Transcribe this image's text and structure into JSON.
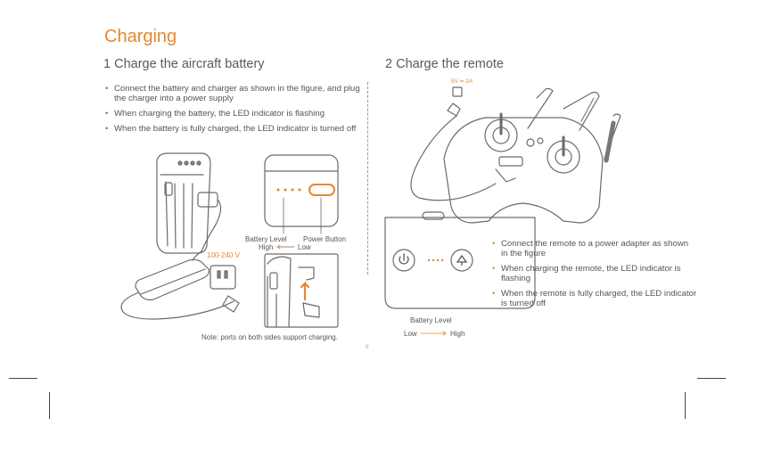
{
  "page": {
    "title": "Charging",
    "page_number": "8"
  },
  "section1": {
    "title": "1 Charge the aircraft battery",
    "bullets": [
      "Connect the battery and charger as shown in the figure, and plug the charger into a power supply",
      "When charging the battery, the LED indicator is flashing",
      "When the battery is fully charged, the LED indicator is turned off"
    ],
    "voltage_label": "100-240 V",
    "battery_level_label": "Battery Level",
    "power_button_label": "Power Button",
    "high_label": "High",
    "low_label": "Low",
    "note": "Note: ports on both sides support charging."
  },
  "section2": {
    "title": "2 Charge the remote",
    "usb_label": "5V ═ 2A",
    "bullets": [
      "Connect the remote to a power adapter as shown in the figure",
      "When charging the remote, the LED indicator is flashing",
      "When the remote is fully charged, the LED indicator is turned off"
    ],
    "battery_level_label": "Battery Level",
    "low_label": "Low",
    "high_label": "High"
  },
  "colors": {
    "accent": "#e8862c",
    "text": "#555555",
    "line_art": "#666666"
  },
  "icons": {
    "power": "power-icon",
    "home": "home-icon"
  }
}
